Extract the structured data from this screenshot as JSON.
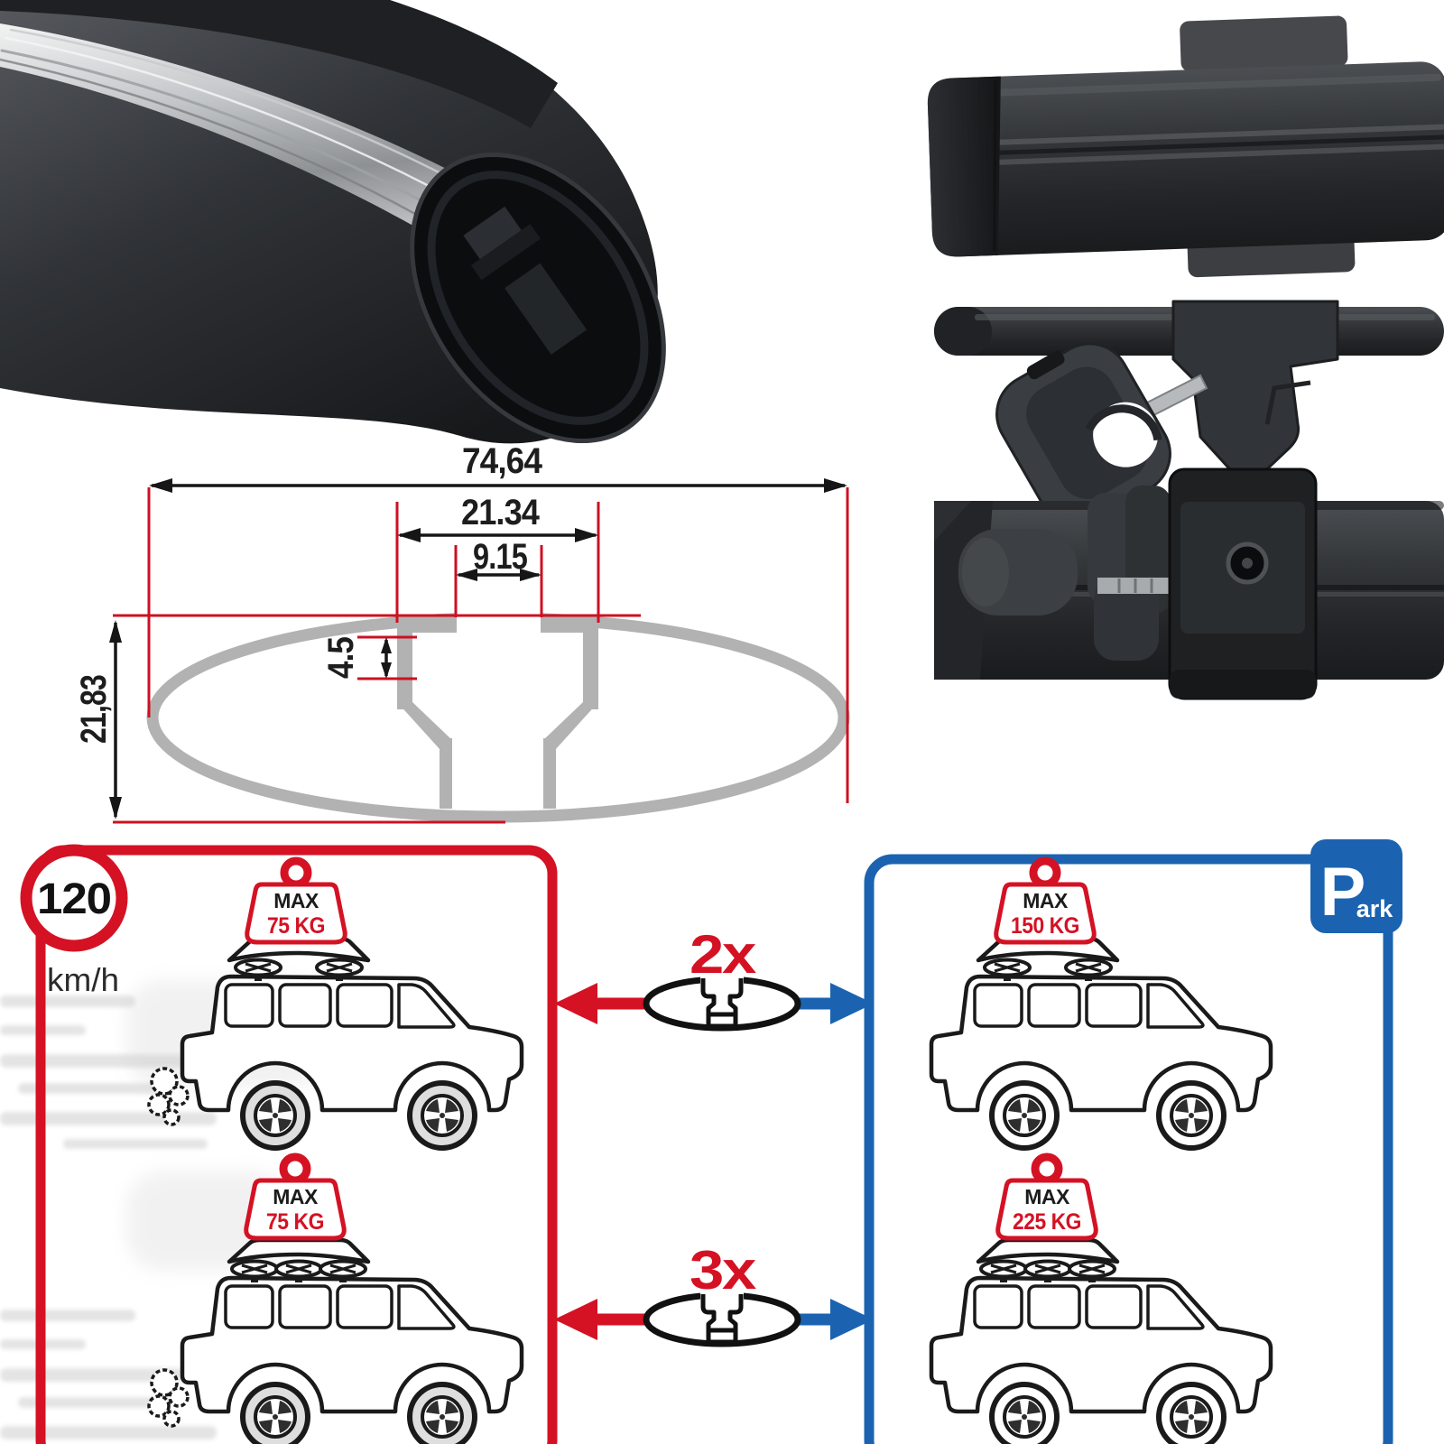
{
  "meta": {
    "subject": "roof-rack-crossbar-product-diagram"
  },
  "dimension_drawing": {
    "total_width": "74,64",
    "slot_outer_width": "21.34",
    "slot_opening_width": "9.15",
    "slot_depth": "4.5",
    "total_height": "21,83"
  },
  "speed_sign": {
    "value": "120",
    "unit": "km/h"
  },
  "park_sign": {
    "letter": "P",
    "suffix": "ark"
  },
  "multipliers": [
    {
      "label": "2x"
    },
    {
      "label": "3x"
    }
  ],
  "cars": [
    {
      "tag_label": "MAX",
      "tag_value": "75 KG",
      "mounts": 2,
      "state": "driving"
    },
    {
      "tag_label": "MAX",
      "tag_value": "150 KG",
      "mounts": 2,
      "state": "parked"
    },
    {
      "tag_label": "MAX",
      "tag_value": "75 KG",
      "mounts": 3,
      "state": "driving"
    },
    {
      "tag_label": "MAX",
      "tag_value": "225 KG",
      "mounts": 3,
      "state": "parked"
    }
  ],
  "colors": {
    "red": "#d41224",
    "blue": "#1b63b0",
    "dim_line_red": "#cc1122",
    "profile_grey": "#b2b2b2",
    "bar_dark": "#232528",
    "metal_silver": "#d6d8da"
  }
}
